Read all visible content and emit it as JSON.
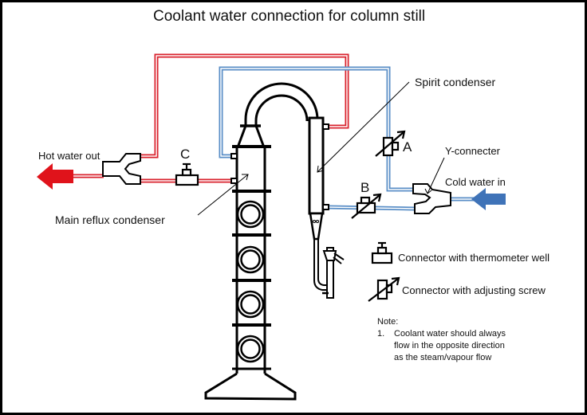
{
  "title": "Coolant water connection for column still",
  "labels": {
    "hot_water_out": "Hot water out",
    "cold_water_in": "Cold water in",
    "main_reflux_condenser": "Main reflux condenser",
    "spirit_condenser": "Spirit condenser",
    "y_connecter": "Y-connecter",
    "connector_a": "A",
    "connector_b": "B",
    "connector_c": "C"
  },
  "legend": {
    "thermometer_well": "Connector with thermometer  well",
    "adjusting_screw": "Connector with adjusting screw"
  },
  "note": {
    "heading": "Note:",
    "items": [
      {
        "number": "1.",
        "lines": [
          "Coolant water should  always",
          "flow in the opposite direction",
          "as the steam/vapour  flow"
        ]
      }
    ]
  },
  "colors": {
    "hot_line": "#d9232e",
    "cold_line": "#5b8fc7",
    "hot_arrow": "#e0131b",
    "cold_arrow": "#3f73b8",
    "outline": "#000000"
  }
}
